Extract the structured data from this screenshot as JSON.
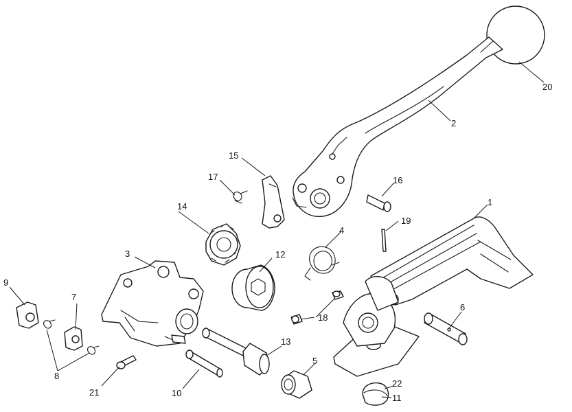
{
  "callouts": {
    "c1": "1",
    "c2": "2",
    "c3": "3",
    "c4": "4",
    "c5": "5",
    "c6": "6",
    "c7": "7",
    "c8": "8",
    "c9": "9",
    "c10": "10",
    "c11": "11",
    "c12": "12",
    "c13": "13",
    "c14": "14",
    "c15": "15",
    "c16": "16",
    "c17": "17",
    "c18": "18",
    "c19": "19",
    "c20": "20",
    "c21": "21",
    "c22": "22"
  },
  "parts": [
    {
      "number": "1",
      "part": "base-frame"
    },
    {
      "number": "2",
      "part": "handle-lever"
    },
    {
      "number": "3",
      "part": "tension-housing"
    },
    {
      "number": "4",
      "part": "torsion-spring"
    },
    {
      "number": "5",
      "part": "bushing"
    },
    {
      "number": "6",
      "part": "pivot-pin"
    },
    {
      "number": "7",
      "part": "clip"
    },
    {
      "number": "8",
      "part": "spring"
    },
    {
      "number": "9",
      "part": "clip"
    },
    {
      "number": "10",
      "part": "pin"
    },
    {
      "number": "11",
      "part": "cap"
    },
    {
      "number": "12",
      "part": "bearing"
    },
    {
      "number": "13",
      "part": "shaft"
    },
    {
      "number": "14",
      "part": "gear"
    },
    {
      "number": "15",
      "part": "pawl"
    },
    {
      "number": "16",
      "part": "pin"
    },
    {
      "number": "17",
      "part": "spring"
    },
    {
      "number": "18",
      "part": "screw"
    },
    {
      "number": "19",
      "part": "roll-pin"
    },
    {
      "number": "20",
      "part": "knob"
    },
    {
      "number": "21",
      "part": "screw"
    },
    {
      "number": "22",
      "part": "cap"
    }
  ]
}
